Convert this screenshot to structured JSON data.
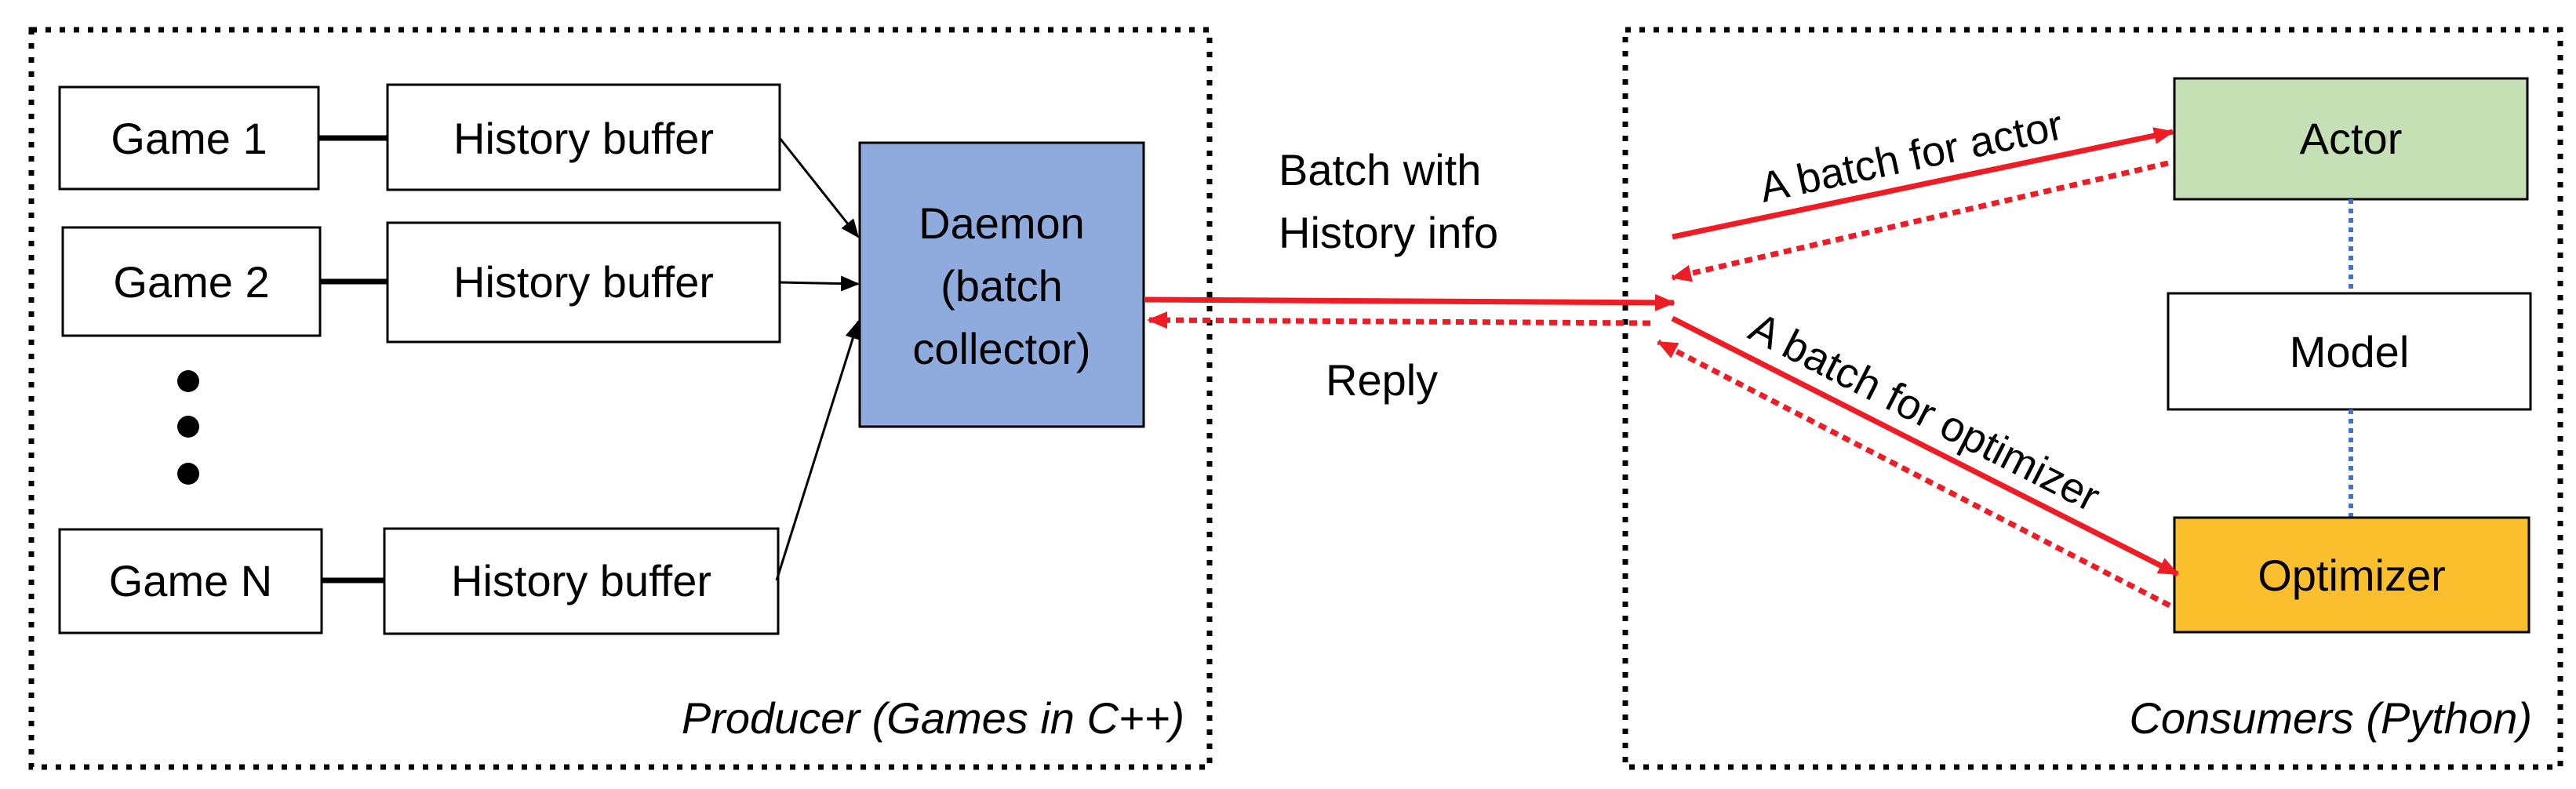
{
  "colors": {
    "daemon_fill": "#8FAADC",
    "actor_fill": "#C5E0B4",
    "optimizer_fill": "#FBBF2E",
    "arrow_red": "#EE1C25",
    "link_blue": "#4472C4",
    "border": "#000000"
  },
  "producer": {
    "caption": "Producer (Games in C++)",
    "games": [
      "Game 1",
      "Game 2",
      "Game N"
    ],
    "history_buffers": [
      "History buffer",
      "History buffer",
      "History buffer"
    ],
    "daemon": [
      "Daemon",
      "(batch",
      "collector)"
    ]
  },
  "transfer": {
    "forward_label": [
      "Batch with",
      "History info"
    ],
    "reply_label": "Reply"
  },
  "consumers": {
    "caption": "Consumers (Python)",
    "actor": "Actor",
    "model": "Model",
    "optimizer": "Optimizer",
    "actor_edge_label": "A batch for actor",
    "optimizer_edge_label": "A batch for optimizer"
  }
}
